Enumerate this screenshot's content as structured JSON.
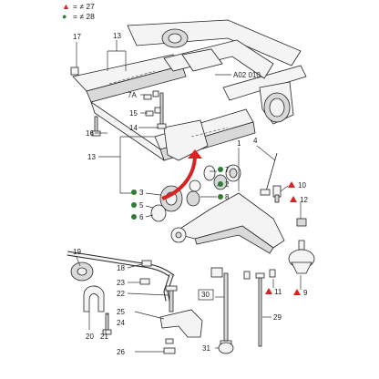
{
  "legend": {
    "triangle_symbol": "▲",
    "triangle_text": "= ≠ 27",
    "dot_symbol": "●",
    "dot_text": "= ≠ 28",
    "triangle_color": "#d92323",
    "dot_color": "#2e7d32"
  },
  "figure_code": "A02 010",
  "callouts": {
    "c1": "1",
    "c2": "2",
    "c3": "3",
    "c4": "4",
    "c5": "5",
    "c6": "6",
    "c7": "7",
    "c7a": "7A",
    "c8": "8",
    "c9": "9",
    "c10": "10",
    "c11": "11",
    "c12": "12",
    "c13a": "13",
    "c13b": "13",
    "c14": "14",
    "c15": "15",
    "c16": "16",
    "c17": "17",
    "c18": "18",
    "c19": "19",
    "c20": "20",
    "c21": "21",
    "c22": "22",
    "c23": "23",
    "c24": "24",
    "c25": "25",
    "c26": "26",
    "c29": "29",
    "c30": "30",
    "c31": "31"
  },
  "arrow_color": "#d92323"
}
